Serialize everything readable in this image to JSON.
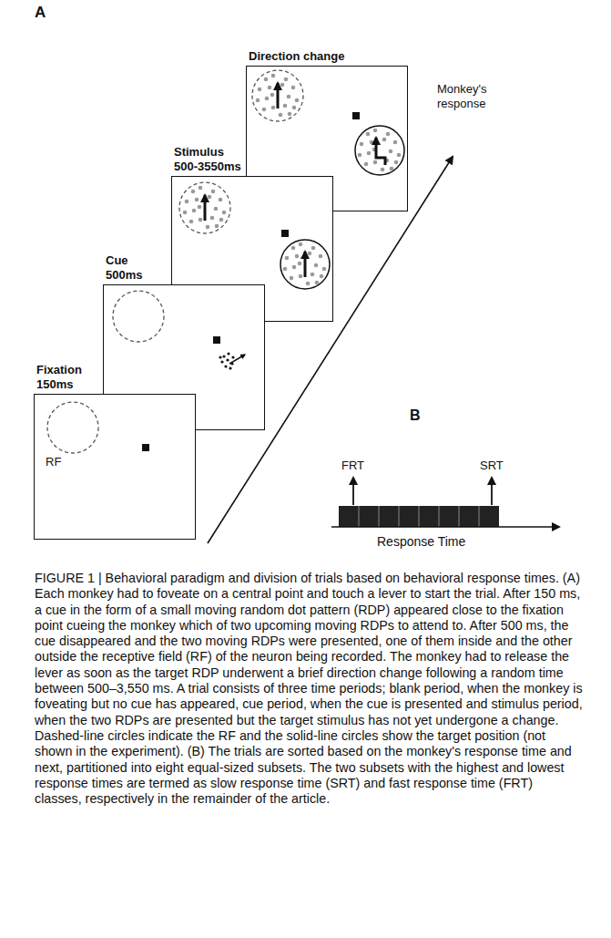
{
  "diagram": {
    "caption": "FIGURE 1 | Behavioral paradigm and division of trials based on behavioral response times. (A) Each monkey had to foveate on a central point and touch a lever to start the trial. After 150 ms, a cue in the form of a small moving random dot pattern (RDP) appeared close to the fixation point cueing the monkey which of two upcoming moving RDPs to attend to. After 500 ms, the cue disappeared and the two moving RDPs were presented, one of them inside and the other outside the receptive field (RF) of the neuron being recorded. The monkey had to release the lever as soon as the target RDP underwent a brief direction change following a random time between 500–3,550 ms. A trial consists of three time periods; blank period, when the monkey is foveating but no cue has appeared, cue period, when the cue is presented and stimulus period, when the two RDPs are presented but the target stimulus has not yet undergone a change. Dashed-line circles indicate the RF and the solid-line circles show the target position (not shown in the experiment). (B) The trials are sorted based on the monkey's response time and next, partitioned into eight equal-sized subsets. The two subsets with the highest and lowest response times are termed as slow response time (SRT) and fast response time (FRT) classes, respectively in the remainder of the article.",
    "nodes": [
      {
        "text": [
          "Fixation",
          "150ms",
          "RF"
        ]
      },
      {
        "text": [
          "Cue",
          "500ms"
        ]
      },
      {
        "text": [
          "Stimulus",
          "500-3550ms"
        ]
      },
      {
        "text": [
          "Direction change"
        ]
      }
    ],
    "labels": [
      "A",
      "Monkey's response",
      "B",
      "FRT",
      "SRT",
      "Response Time"
    ]
  }
}
